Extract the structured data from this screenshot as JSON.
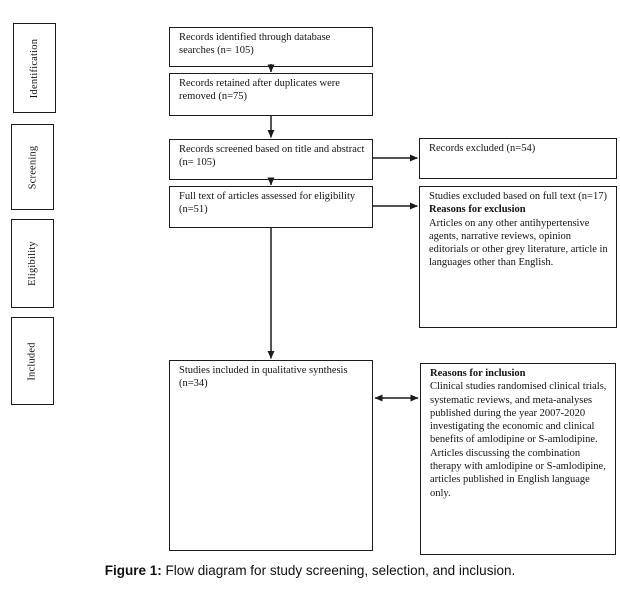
{
  "stages": [
    {
      "label": "Identification"
    },
    {
      "label": "Screening"
    },
    {
      "label": "Eligibility"
    },
    {
      "label": "Included"
    }
  ],
  "flow": [
    {
      "text": "Records identified through database searches (n= 105)"
    },
    {
      "text": "Records retained after duplicates were removed (n=75)"
    },
    {
      "text": "Records screened based on title and abstract (n= 105)"
    },
    {
      "text": "Full text of articles assessed for eligibility (n=51)"
    },
    {
      "text": "Studies included in qualitative synthesis (n=34)"
    }
  ],
  "side": [
    {
      "text": "Records excluded (n=54)"
    },
    {
      "line1": "Studies excluded based on full text (n=17)",
      "heading": "Reasons for exclusion",
      "body": "Articles on any other antihypertensive agents, narrative reviews, opinion editorials or other grey literature, article in languages other than English."
    },
    {
      "heading": "Reasons for inclusion",
      "body1": "Clinical studies randomised clinical trials, systematic reviews, and meta-analyses published during the year 2007-2020 investigating the economic and clinical benefits of amlodipine or S-amlodipine.",
      "body2": "Articles discussing the combination therapy with amlodipine or S-amlodipine, articles published in English language only."
    }
  ],
  "caption": {
    "prefix": "Figure 1:",
    "text": " Flow diagram for study screening, selection, and inclusion."
  },
  "colors": {
    "line": "#1b1b1b",
    "text": "#141414",
    "background": "#ffffff"
  }
}
